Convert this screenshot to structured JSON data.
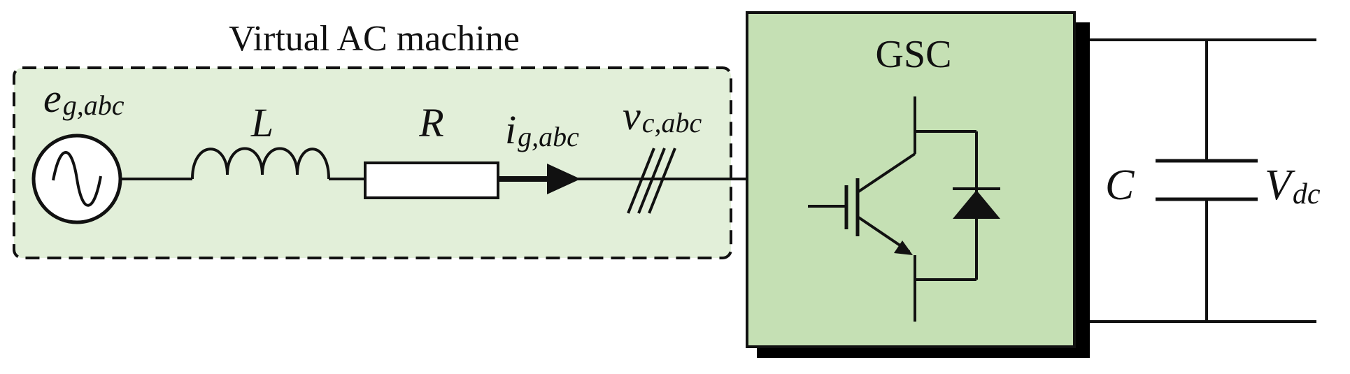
{
  "title": "Virtual AC machine",
  "converter_label": "GSC",
  "labels": {
    "source": {
      "main": "e",
      "sub": "g,abc"
    },
    "inductor": "L",
    "resistor": "R",
    "current": {
      "main": "i",
      "sub": "g,abc"
    },
    "voltage": {
      "main": "v",
      "sub": "c,abc"
    },
    "capacitor": "C",
    "dc_voltage": {
      "main": "V",
      "sub": "dc"
    }
  },
  "colors": {
    "virtual_machine_fill": "#e2efd9",
    "converter_fill": "#c5e0b4",
    "line": "#111111",
    "shadow": "#000000"
  },
  "icons": [
    "ac-source-icon",
    "inductor-icon",
    "resistor-icon",
    "current-arrow-icon",
    "three-phase-marker-icon",
    "igbt-icon",
    "diode-icon",
    "capacitor-icon"
  ]
}
